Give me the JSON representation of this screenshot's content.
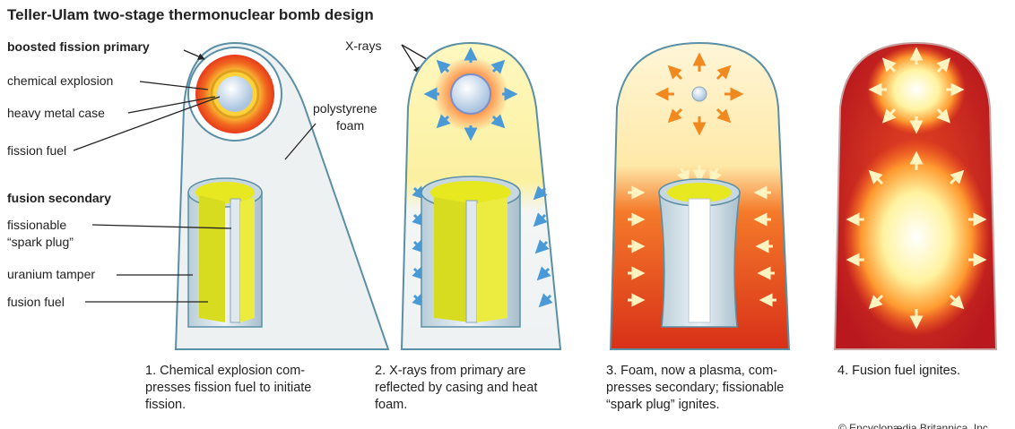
{
  "title": "Teller-Ulam two-stage thermonuclear bomb design",
  "labels": {
    "boosted_primary": "boosted fission primary",
    "chemical_explosion": "chemical explosion",
    "heavy_metal_case": "heavy metal case",
    "fission_fuel": "fission fuel",
    "polystyrene_1": "polystyrene",
    "polystyrene_2": "foam",
    "fusion_secondary": "fusion secondary",
    "spark_plug_1": "fissionable",
    "spark_plug_2": "“spark plug”",
    "uranium_tamper": "uranium tamper",
    "fusion_fuel": "fusion fuel",
    "xrays": "X-rays"
  },
  "captions": [
    [
      "1. Chemical explosion com-",
      "presses fission fuel to initiate",
      "fission."
    ],
    [
      "2. X-rays from primary are",
      "reflected by casing and heat",
      "foam."
    ],
    [
      "3. Foam, now a plasma, com-",
      "presses secondary; fissionable",
      "“spark plug” ignites."
    ],
    [
      "4. Fusion fuel ignites."
    ]
  ],
  "copyright": "© Encyclopædia Britannica, Inc.",
  "colors": {
    "casing": "#5a8fa6",
    "foam": "#eef1f2",
    "yellow": "#e8e820",
    "plasma": "#d42a1a",
    "orange": "#f08a20"
  }
}
